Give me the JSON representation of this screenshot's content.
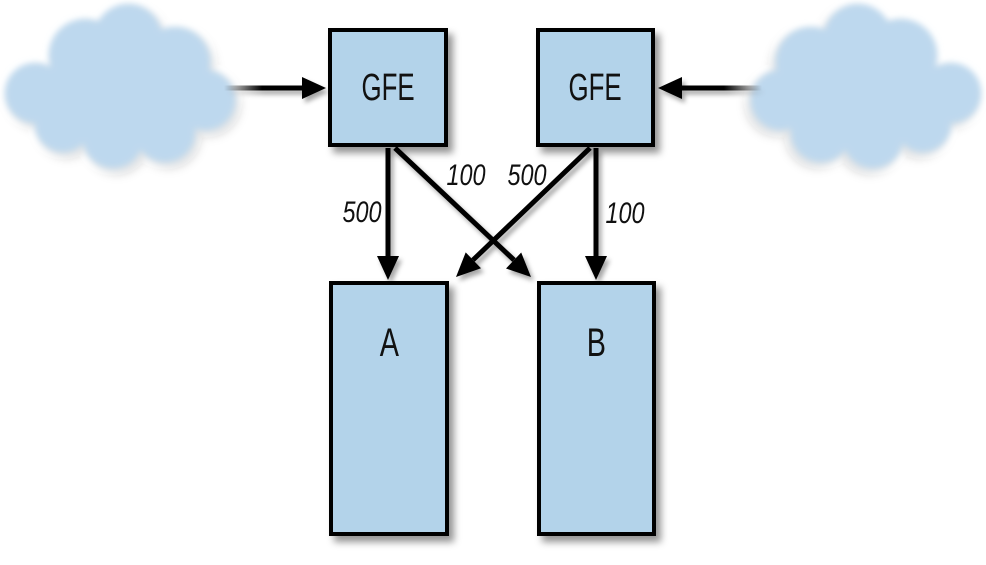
{
  "diagram": {
    "nodes": {
      "cloud_left": {
        "type": "cloud",
        "label": ""
      },
      "cloud_right": {
        "type": "cloud",
        "label": ""
      },
      "gfe_left": {
        "type": "box",
        "label": "GFE"
      },
      "gfe_right": {
        "type": "box",
        "label": "GFE"
      },
      "backend_a": {
        "type": "box",
        "label": "A"
      },
      "backend_b": {
        "type": "box",
        "label": "B"
      }
    },
    "edges": [
      {
        "from": "cloud_left",
        "to": "gfe_left",
        "label": ""
      },
      {
        "from": "gfe_left",
        "to": "backend_a",
        "label": "500"
      },
      {
        "from": "gfe_left",
        "to": "backend_b",
        "label": "100"
      },
      {
        "from": "gfe_right",
        "to": "backend_a",
        "label": "500"
      },
      {
        "from": "gfe_right",
        "to": "backend_b",
        "label": "100"
      },
      {
        "from": "cloud_right",
        "to": "gfe_right",
        "label": ""
      }
    ],
    "colors": {
      "node_fill": "#b3d3ea",
      "node_border": "#000000",
      "cloud_fill": "#bdd8ee",
      "arrow": "#000000",
      "background": "#ffffff",
      "label": "#111111"
    }
  }
}
